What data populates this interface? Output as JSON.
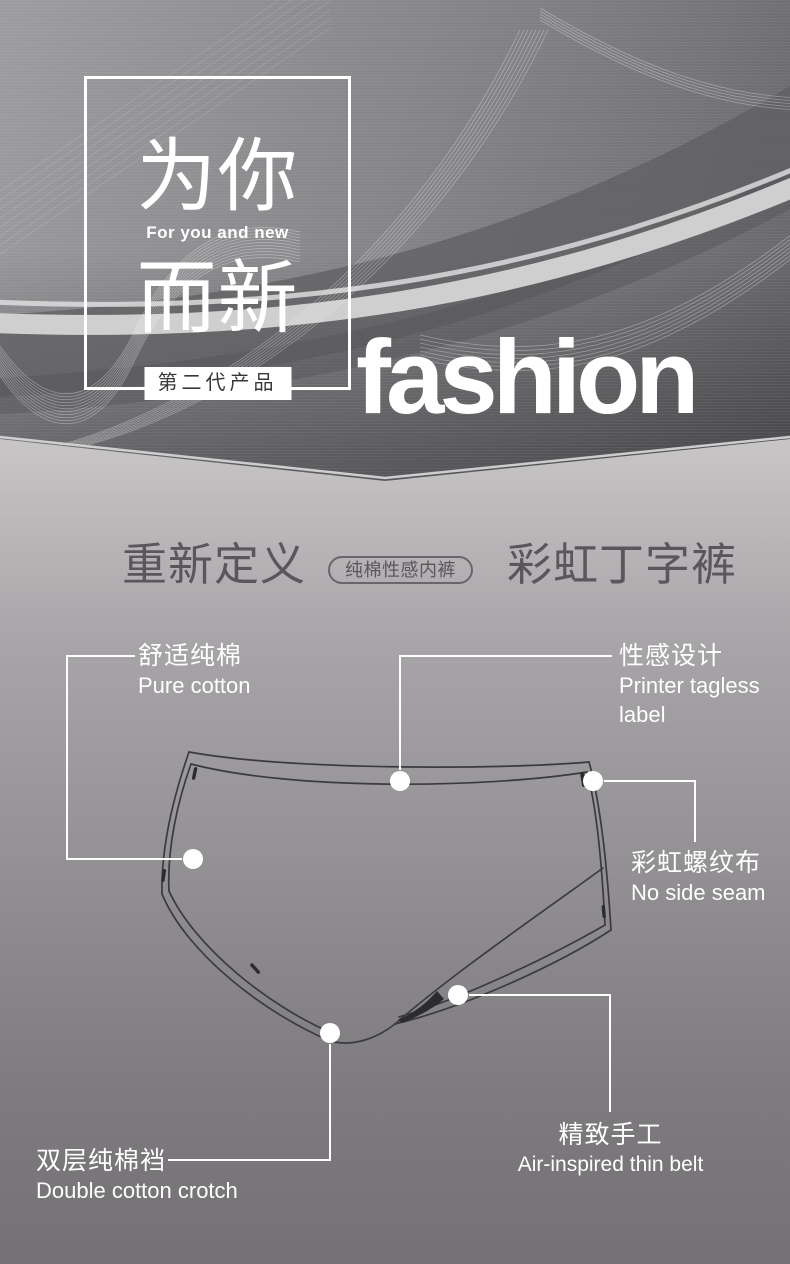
{
  "hero": {
    "box_title_line1": "为你",
    "box_subtitle": "For you and new",
    "box_title_line2": "而新",
    "generation_tag": "第二代产品",
    "fashion_word": "fashion"
  },
  "headline": {
    "left_title": "重新定义",
    "badge_label": "纯棉性感内裤",
    "right_title": "彩虹丁字裤"
  },
  "features": [
    {
      "zh": "舒适纯棉",
      "en": "Pure cotton"
    },
    {
      "zh": "性感设计",
      "en": "Printer tagless label"
    },
    {
      "zh": "彩虹螺纹布",
      "en": "No side seam"
    },
    {
      "zh": "精致手工",
      "en": "Air-inspired thin belt"
    },
    {
      "zh": "双层纯棉裆",
      "en": "Double cotton crotch"
    }
  ],
  "colors": {
    "hero_base": "#7d7d80",
    "section_gradient_top": "#c9c7c8",
    "section_gradient_bottom": "#737173",
    "headline_text": "#59575b",
    "label_text": "#ffffff",
    "line_art": "#3b3b3d",
    "callout_line": "#ffffff"
  }
}
